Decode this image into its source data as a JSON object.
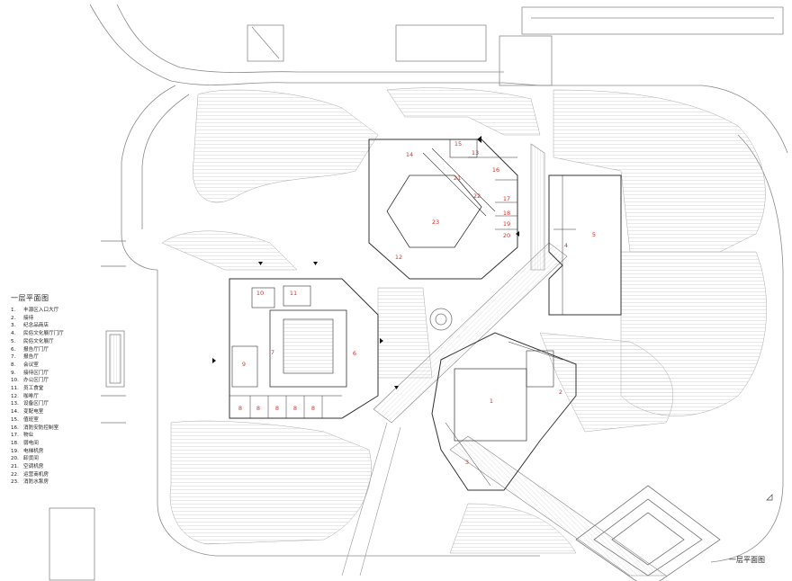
{
  "legend": {
    "title": "一层平面图",
    "items": [
      {
        "num": "1.",
        "label": "丰源区入口大厅"
      },
      {
        "num": "2.",
        "label": "接待"
      },
      {
        "num": "3.",
        "label": "纪念品商店"
      },
      {
        "num": "4.",
        "label": "民俗文化展厅门厅"
      },
      {
        "num": "5.",
        "label": "民俗文化展厅"
      },
      {
        "num": "6.",
        "label": "报告厅门厅"
      },
      {
        "num": "7.",
        "label": "报告厅"
      },
      {
        "num": "8.",
        "label": "会议室"
      },
      {
        "num": "9.",
        "label": "接待区门厅"
      },
      {
        "num": "10.",
        "label": "办公区门厅"
      },
      {
        "num": "11.",
        "label": "员工食堂"
      },
      {
        "num": "12.",
        "label": "咖啡厅"
      },
      {
        "num": "13.",
        "label": "设备区门厅"
      },
      {
        "num": "14.",
        "label": "变配电室"
      },
      {
        "num": "15.",
        "label": "值班室"
      },
      {
        "num": "16.",
        "label": "消防安防控制室"
      },
      {
        "num": "17.",
        "label": "物业"
      },
      {
        "num": "18.",
        "label": "弱电间"
      },
      {
        "num": "19.",
        "label": "电梯机房"
      },
      {
        "num": "20.",
        "label": "卸货间"
      },
      {
        "num": "21.",
        "label": "空调机房"
      },
      {
        "num": "22.",
        "label": "运营商机房"
      },
      {
        "num": "23.",
        "label": "消防水泵房"
      }
    ]
  },
  "plan_caption": "一层平面图",
  "room_labels": [
    "1",
    "2",
    "3",
    "4",
    "5",
    "6",
    "7",
    "8",
    "8",
    "8",
    "8",
    "8",
    "9",
    "10",
    "11",
    "12",
    "13",
    "14",
    "15",
    "16",
    "17",
    "18",
    "19",
    "20",
    "21",
    "22",
    "23"
  ],
  "colors": {
    "room_number": "#d0332c",
    "line": "#555555",
    "hatch": "#9a9a9a"
  }
}
